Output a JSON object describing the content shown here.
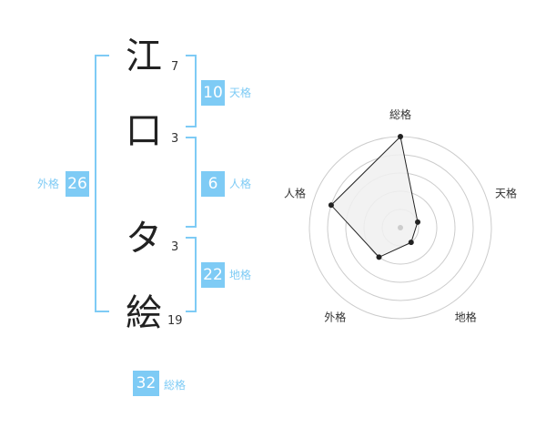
{
  "name": {
    "chars": [
      {
        "char": "江",
        "strokes": "7"
      },
      {
        "char": "口",
        "strokes": "3"
      },
      {
        "char": "タ",
        "strokes": "3"
      },
      {
        "char": "絵",
        "strokes": "19"
      }
    ]
  },
  "fortunes": {
    "tenkaku": {
      "value": "10",
      "label": "天格"
    },
    "jinkaku": {
      "value": "6",
      "label": "人格"
    },
    "chikaku": {
      "value": "22",
      "label": "地格"
    },
    "gaikaku": {
      "value": "26",
      "label": "外格"
    },
    "soukaku": {
      "value": "32",
      "label": "総格"
    }
  },
  "chart_data": {
    "type": "radar",
    "axes": [
      "総格",
      "天格",
      "地格",
      "外格",
      "人格"
    ],
    "values": [
      5,
      1,
      1,
      2,
      4
    ],
    "rmax": 5,
    "rings": 5
  },
  "colors": {
    "accent": "#7ecbf5",
    "text": "#222222",
    "grid": "#cccccc",
    "fill": "#f0f0f0",
    "line": "#222222"
  }
}
